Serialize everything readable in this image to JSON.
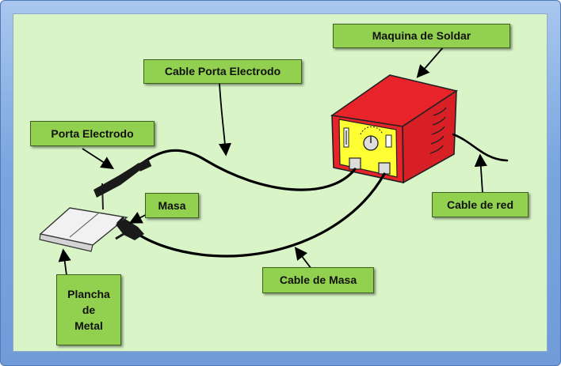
{
  "labels": {
    "maquina": "Maquina de Soldar",
    "cable_porta": "Cable Porta Electrodo",
    "porta": "Porta Electrodo",
    "masa": "Masa",
    "cable_red": "Cable de red",
    "cable_masa": "Cable de Masa",
    "plancha": [
      "Plancha",
      "de",
      "Metal"
    ]
  },
  "colors": {
    "label_fill": "#92d050",
    "panel_background": "#d9f5c7",
    "frame": "#7aa6df",
    "machine_body": "#e8242a",
    "machine_panel": "#ffff33"
  }
}
